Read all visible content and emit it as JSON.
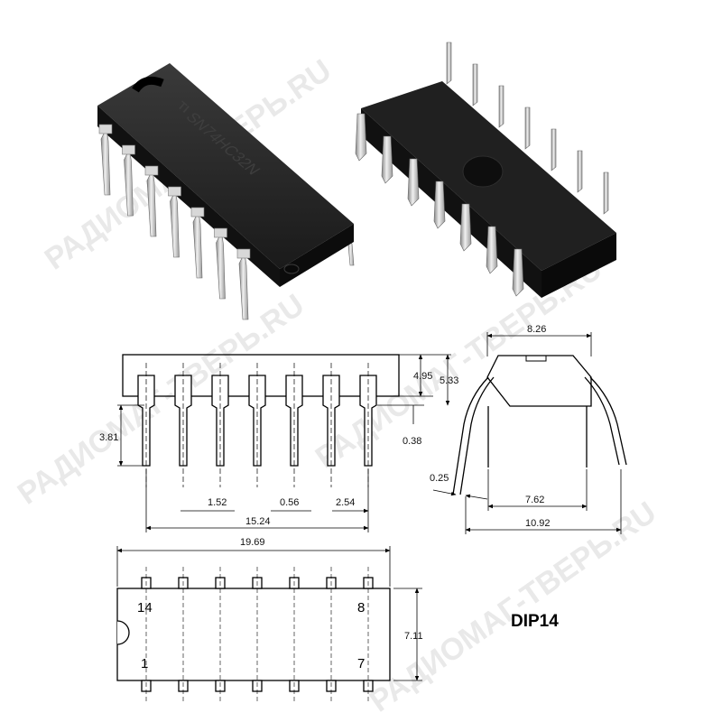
{
  "package": {
    "name": "DIP14",
    "chip_marking": "SN74HC32N",
    "logo_text": "TI"
  },
  "dimensions": {
    "body_length": "19.69",
    "body_width": "7.11",
    "width_over_shoulders": "8.26",
    "row_spacing": "7.62",
    "lead_span": "10.92",
    "lead_thickness": "0.25",
    "pin_pitch": "2.54",
    "lead_width": "0.56",
    "shoulder_width": "1.52",
    "pin_span": "15.24",
    "body_height": "4.95",
    "total_height": "5.33",
    "standoff": "0.38",
    "lead_length": "3.81"
  },
  "pins": {
    "top_left": "14",
    "top_right": "8",
    "bottom_left": "1",
    "bottom_right": "7"
  },
  "watermark": "РАДИОМАГ-ТВЕРЬ.RU",
  "colors": {
    "chip_body": "#1f1f1f",
    "lead_metal": "#c9c9c9",
    "line": "#000000",
    "watermark": "#e9e9e9"
  }
}
